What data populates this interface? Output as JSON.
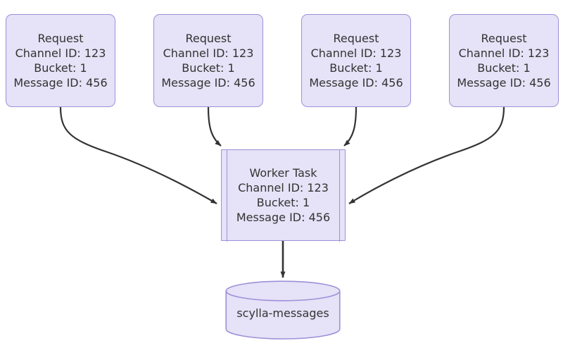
{
  "diagram": {
    "background_color": "#ffffff",
    "node_fill_color": "#e6e2f7",
    "node_stroke_color": "#9f8fd9",
    "edge_color": "#333333",
    "text_color": "#333333",
    "nodes": {
      "requests": [
        {
          "id": "request-1",
          "title": "Request",
          "channel_id": "Channel ID: 123",
          "bucket": "Bucket: 1",
          "message_id": "Message ID: 456"
        },
        {
          "id": "request-2",
          "title": "Request",
          "channel_id": "Channel ID: 123",
          "bucket": "Bucket: 1",
          "message_id": "Message ID: 456"
        },
        {
          "id": "request-3",
          "title": "Request",
          "channel_id": "Channel ID: 123",
          "bucket": "Bucket: 1",
          "message_id": "Message ID: 456"
        },
        {
          "id": "request-4",
          "title": "Request",
          "channel_id": "Channel ID: 123",
          "bucket": "Bucket: 1",
          "message_id": "Message ID: 456"
        }
      ],
      "worker": {
        "id": "worker-task",
        "title": "Worker Task",
        "channel_id": "Channel ID: 123",
        "bucket": "Bucket: 1",
        "message_id": "Message ID: 456"
      },
      "database": {
        "id": "scylla-messages",
        "label": "scylla-messages",
        "shape": "cylinder"
      }
    },
    "edges": [
      {
        "from": "request-1",
        "to": "worker-task",
        "label": ""
      },
      {
        "from": "request-2",
        "to": "worker-task",
        "label": ""
      },
      {
        "from": "request-3",
        "to": "worker-task",
        "label": ""
      },
      {
        "from": "request-4",
        "to": "worker-task",
        "label": ""
      },
      {
        "from": "worker-task",
        "to": "scylla-messages",
        "label": ""
      }
    ]
  }
}
